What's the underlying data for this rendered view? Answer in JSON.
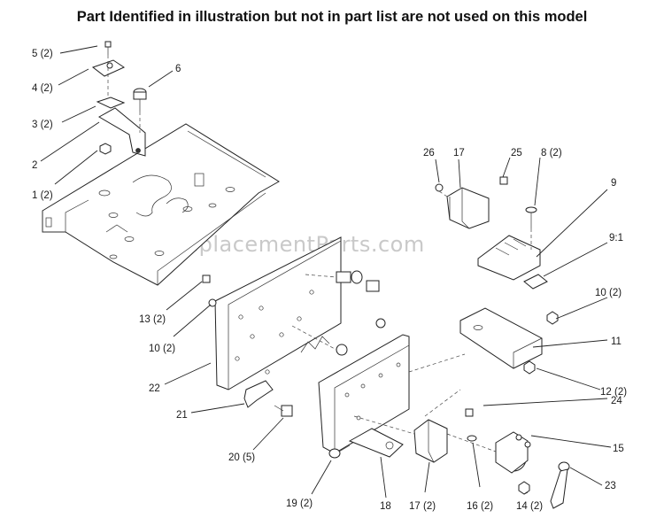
{
  "header": {
    "title": "Part Identified in illustration but not in part list are not used on this model"
  },
  "watermark": "eReplacementParts.com",
  "callouts": [
    {
      "id": "c-5",
      "text": "5 (2)"
    },
    {
      "id": "c-4",
      "text": "4 (2)"
    },
    {
      "id": "c-3",
      "text": "3 (2)"
    },
    {
      "id": "c-2",
      "text": "2"
    },
    {
      "id": "c-1",
      "text": "1 (2)"
    },
    {
      "id": "c-6",
      "text": "6"
    },
    {
      "id": "c-26",
      "text": "26"
    },
    {
      "id": "c-17a",
      "text": "17"
    },
    {
      "id": "c-25",
      "text": "25"
    },
    {
      "id": "c-8",
      "text": "8 (2)"
    },
    {
      "id": "c-9",
      "text": "9"
    },
    {
      "id": "c-91",
      "text": "9:1"
    },
    {
      "id": "c-10b",
      "text": "10 (2)"
    },
    {
      "id": "c-11",
      "text": "11"
    },
    {
      "id": "c-12",
      "text": "12 (2)"
    },
    {
      "id": "c-13",
      "text": "13 (2)"
    },
    {
      "id": "c-10a",
      "text": "10 (2)"
    },
    {
      "id": "c-22",
      "text": "22"
    },
    {
      "id": "c-21",
      "text": "21"
    },
    {
      "id": "c-20",
      "text": "20 (5)"
    },
    {
      "id": "c-24",
      "text": "24"
    },
    {
      "id": "c-15",
      "text": "15"
    },
    {
      "id": "c-23",
      "text": "23"
    },
    {
      "id": "c-19",
      "text": "19 (2)"
    },
    {
      "id": "c-18",
      "text": "18"
    },
    {
      "id": "c-17b",
      "text": "17 (2)"
    },
    {
      "id": "c-16",
      "text": "16 (2)"
    },
    {
      "id": "c-14",
      "text": "14 (2)"
    }
  ]
}
